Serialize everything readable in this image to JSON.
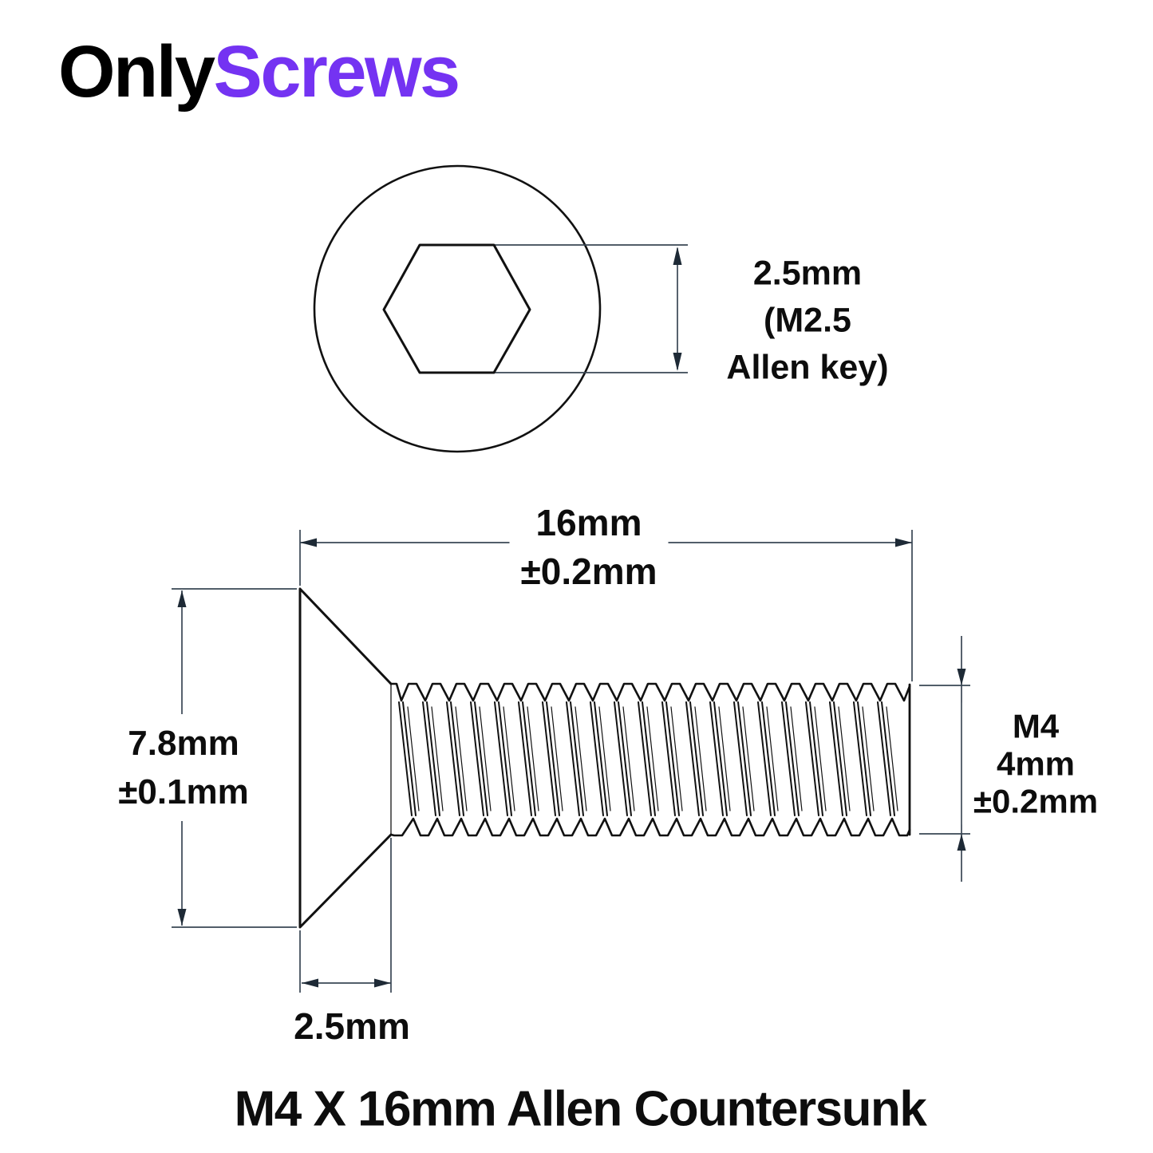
{
  "brand": {
    "name_black": "Only",
    "name_accent": "Screws",
    "accent_color": "#7433F2",
    "text_color": "#000000"
  },
  "title": "M4 X 16mm Allen Countersunk",
  "colors": {
    "part_outline": "#111111",
    "dimension_lines": "#3a4754",
    "arrowheads": "#1e2a36",
    "background": "#ffffff"
  },
  "labels": {
    "socket": {
      "line1": "2.5mm",
      "line2": "(M2.5",
      "line3": "Allen key)"
    },
    "length": {
      "value": "16mm",
      "tolerance": "±0.2mm"
    },
    "head_diameter": {
      "value": "7.8mm",
      "tolerance": "±0.1mm"
    },
    "head_height": {
      "value": "2.5mm"
    },
    "thread": {
      "line1": "M4",
      "line2": "4mm",
      "line3": "±0.2mm"
    }
  }
}
